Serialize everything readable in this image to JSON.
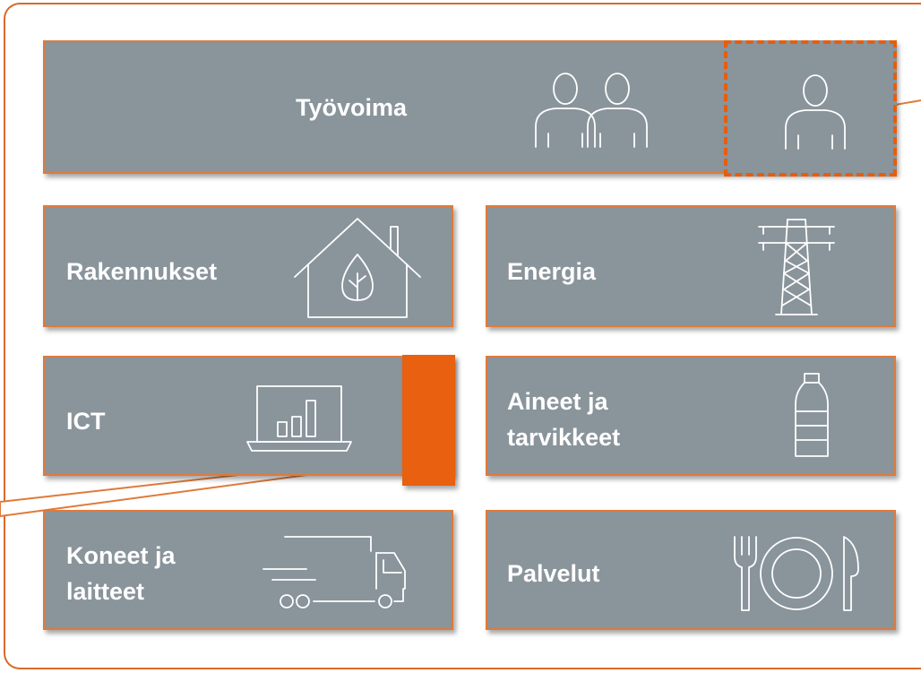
{
  "accent_color": "#e86010",
  "tile_color": "#8a949b",
  "categories": {
    "tyovoima": {
      "label": "Työvoima",
      "icon": "people-icon"
    },
    "rakennukset": {
      "label": "Rakennukset",
      "icon": "house-leaf-icon"
    },
    "energia": {
      "label": "Energia",
      "icon": "power-pylon-icon"
    },
    "ict": {
      "label": "ICT",
      "icon": "laptop-chart-icon"
    },
    "aineet": {
      "label_line1": "Aineet ja",
      "label_line2": "tarvikkeet",
      "icon": "bottle-icon"
    },
    "koneet": {
      "label_line1": "Koneet ja",
      "label_line2": "laitteet",
      "icon": "truck-icon"
    },
    "palvelut": {
      "label": "Palvelut",
      "icon": "plate-cutlery-icon"
    }
  },
  "callouts": {
    "person": {
      "icon": "person-icon"
    }
  }
}
